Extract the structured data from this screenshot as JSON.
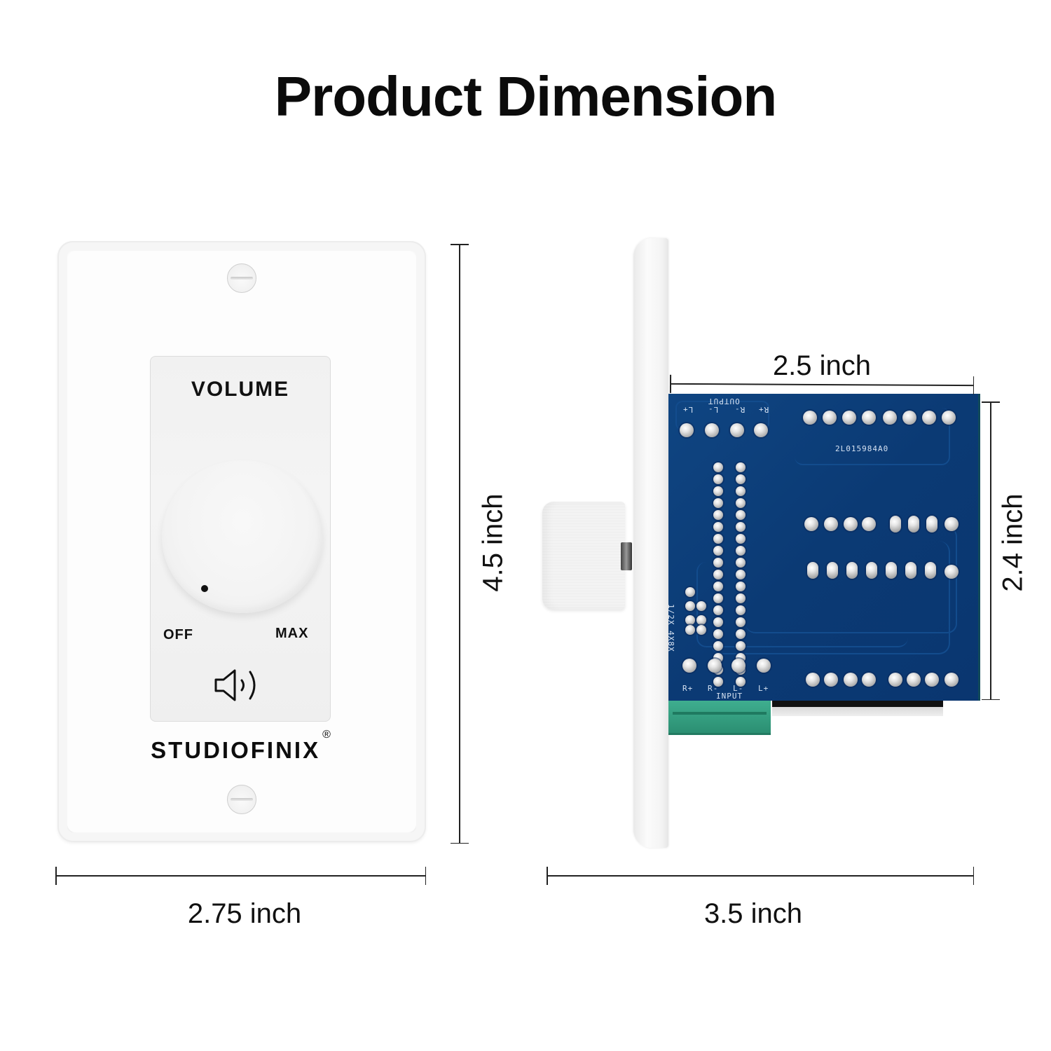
{
  "title": "Product Dimension",
  "front_view": {
    "control_label": "VOLUME",
    "knob_min_label": "OFF",
    "knob_max_label": "MAX",
    "speaker_icon": "speaker-volume-icon",
    "brand": "STUDIOFINIX",
    "brand_mark": "®"
  },
  "side_view": {
    "pcb": {
      "part_number": "2L015984A0",
      "output_label": "OUTPUT",
      "output_terminals": [
        "L+",
        "L-",
        "R-",
        "R+"
      ],
      "input_label": "INPUT",
      "input_terminals": [
        "R+",
        "R-",
        "L-",
        "L+"
      ],
      "ratio_marking": "1/2X 4X8X",
      "color": "#0d3f7a"
    }
  },
  "dimensions": {
    "front_height": "4.5 inch",
    "front_width": "2.75 inch",
    "side_depth": "3.5 inch",
    "pcb_width": "2.5 inch",
    "pcb_height": "2.4 inch"
  }
}
